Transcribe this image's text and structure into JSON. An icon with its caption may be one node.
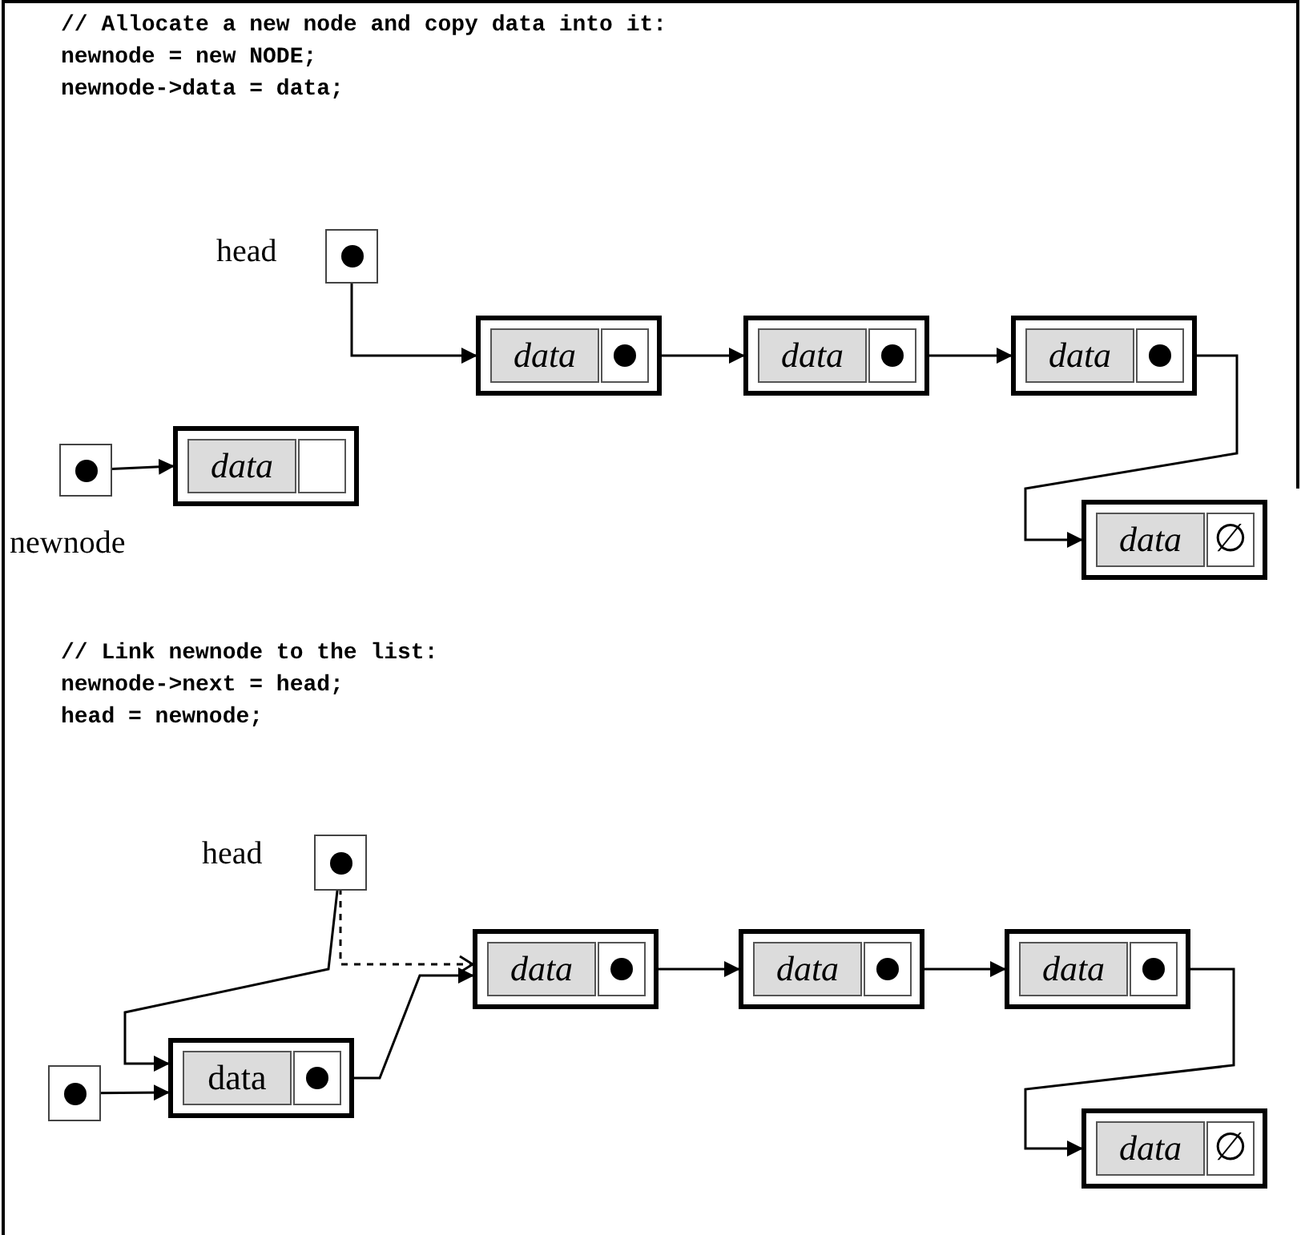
{
  "diagram": {
    "nodes": [
      {
        "text": [],
        "shape": "box",
        "beside": [
          "head"
        ]
      },
      {
        "text": [
          "data"
        ]
      },
      {
        "text": [
          "data"
        ]
      },
      {
        "text": [
          "data"
        ]
      },
      {
        "text": [
          "data",
          "∅"
        ]
      },
      {
        "text": [],
        "shape": "box",
        "beside": [
          "newnode"
        ]
      },
      {
        "text": [
          "data"
        ]
      },
      {
        "text": [],
        "shape": "box",
        "beside": [
          "head"
        ]
      },
      {
        "text": [
          "data"
        ]
      },
      {
        "text": [
          "data"
        ]
      },
      {
        "text": [
          "data"
        ]
      },
      {
        "text": [
          "data",
          "∅"
        ]
      },
      {
        "text": [],
        "shape": "box"
      },
      {
        "text": [
          "data"
        ]
      }
    ],
    "edges": [
      {
        "from": 0,
        "to": 1,
        "arrow": "to"
      },
      {
        "from": 1,
        "to": 2,
        "arrow": "to"
      },
      {
        "from": 2,
        "to": 3,
        "arrow": "to"
      },
      {
        "from": 3,
        "to": 4,
        "arrow": "to"
      },
      {
        "from": 5,
        "to": 6,
        "arrow": "to"
      },
      {
        "from": 7,
        "to": 13,
        "arrow": "to"
      },
      {
        "from": 7,
        "to": 8,
        "arrow": "to",
        "style": "dashed"
      },
      {
        "from": 13,
        "to": 8,
        "arrow": "to"
      },
      {
        "from": 8,
        "to": 9,
        "arrow": "to"
      },
      {
        "from": 9,
        "to": 10,
        "arrow": "to"
      },
      {
        "from": 10,
        "to": 11,
        "arrow": "to"
      },
      {
        "from": 12,
        "to": 13,
        "arrow": "to"
      }
    ],
    "labels": [
      "// Allocate a new node and copy data into it:",
      "newnode = new NODE;",
      "newnode->data = data;",
      "// Link newnode to the list:",
      "newnode->next = head;",
      "head = newnode;"
    ]
  }
}
